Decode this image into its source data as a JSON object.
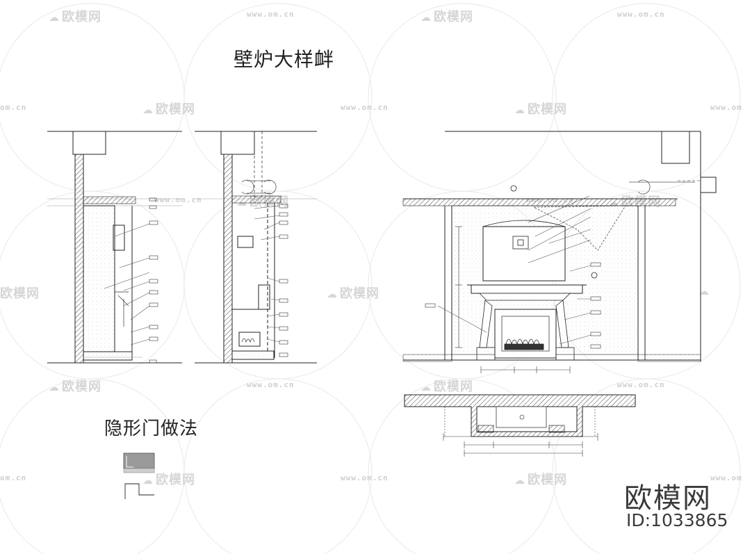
{
  "titles": {
    "fireplace_detail": "壁炉大样衅",
    "hidden_door": "隐形门做法"
  },
  "brand": {
    "name": "欧模网",
    "id_label": "ID:1033865"
  },
  "watermark": {
    "logo_text": "欧模网",
    "url": "www.om.cn",
    "url_short": "om.cn"
  },
  "colors": {
    "line": "#222222",
    "hatch": "#444444",
    "watermark": "#d6d6d6"
  }
}
